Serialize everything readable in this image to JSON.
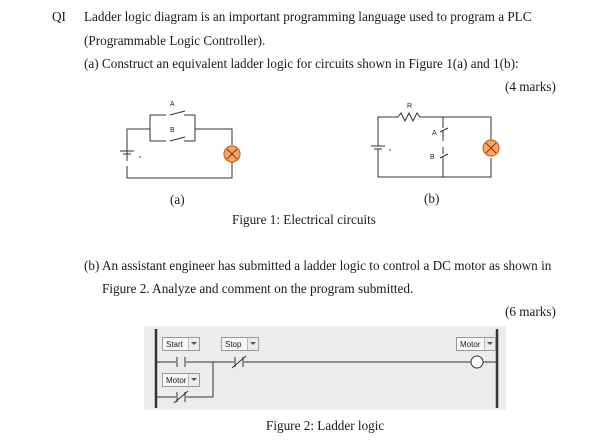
{
  "question": {
    "number": "QI",
    "intro_line1": "Ladder logic diagram is an important programming language used to program a PLC",
    "intro_line2": "(Programmable Logic Controller).",
    "part_a": "(a) Construct an equivalent ladder logic for circuits shown in Figure 1(a) and 1(b):",
    "marks_a": "(4 marks)",
    "part_b_line1": "(b) An assistant engineer has submitted a ladder logic to control a DC motor as shown in",
    "part_b_line2": "Figure 2. Analyze and comment on the program submitted.",
    "marks_b": "(6 marks)"
  },
  "figure1": {
    "caption": "Figure 1: Electrical circuits",
    "a_label": "(a)",
    "b_label": "(b)",
    "switch_a": "A",
    "switch_b": "B",
    "resistor": "R",
    "switch_a2": "A",
    "switch_b2": "B"
  },
  "figure2": {
    "caption": "Figure 2: Ladder logic",
    "start_tag": "Start",
    "stop_tag": "Stop",
    "motor_contact_tag": "Motor",
    "motor_coil_tag": "Motor"
  },
  "colors": {
    "lamp_fill": "#f4a46a",
    "lamp_stroke": "#d2691e",
    "ladder_bg": "#ececec"
  }
}
